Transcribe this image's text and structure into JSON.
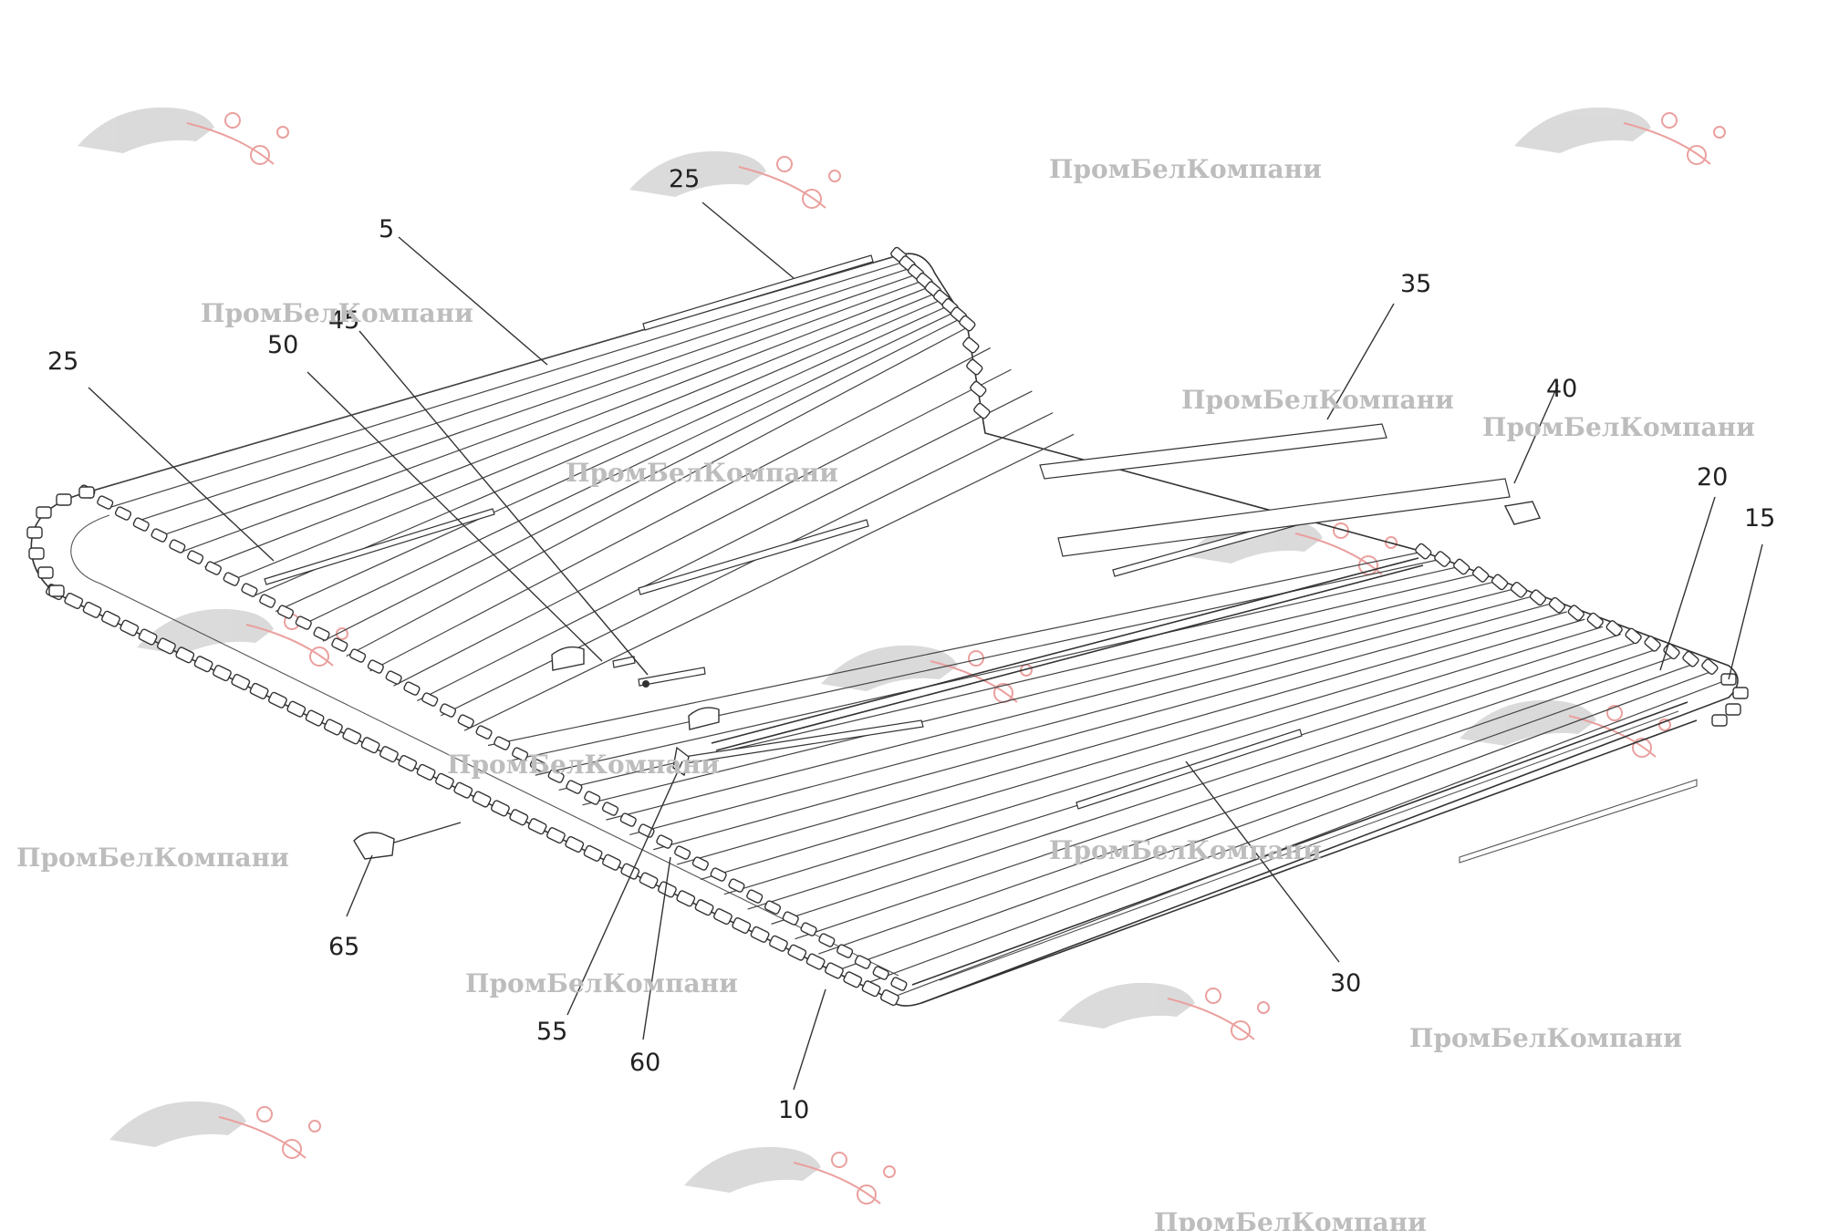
{
  "diagram": {
    "callouts": [
      "5",
      "10",
      "15",
      "20",
      "25",
      "25",
      "30",
      "35",
      "40",
      "45",
      "50",
      "55",
      "60",
      "65"
    ]
  },
  "watermark": {
    "text": "ПромБелКомпани",
    "logo_icon": "panther-logo-icon",
    "accent_color": "#d9534f",
    "gray_color": "#bdbdbd"
  }
}
